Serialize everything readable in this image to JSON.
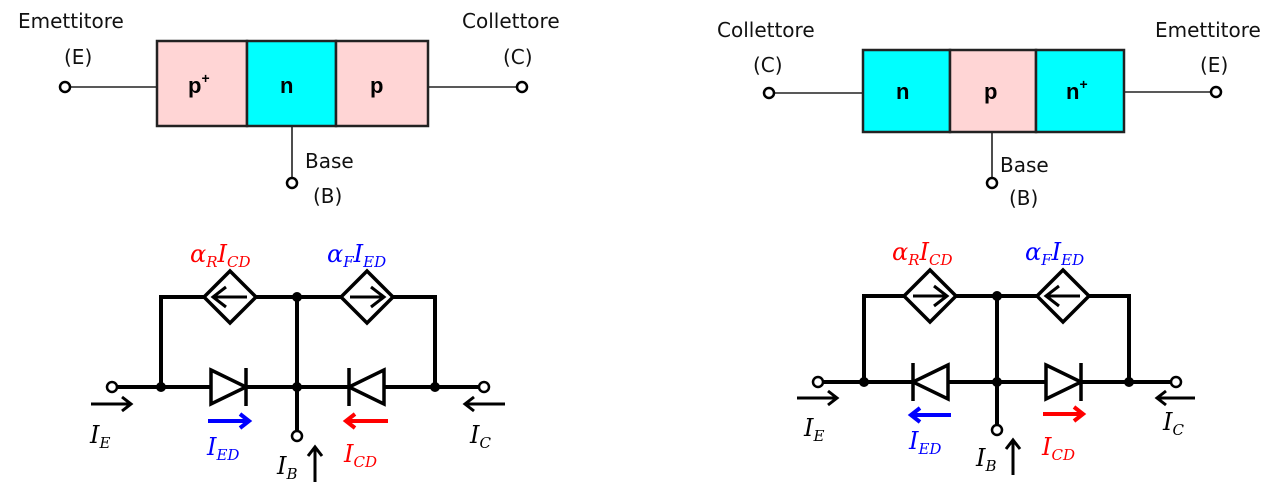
{
  "colors": {
    "p_region": "#FFD5D5",
    "n_region": "#00FFFF",
    "wire": "#000000",
    "red": "#FF0000",
    "blue": "#0000FF"
  },
  "pnp": {
    "emitter_label": "Emettitore",
    "emitter_symbol": "(E)",
    "collector_label": "Collettore",
    "collector_symbol": "(C)",
    "base_label": "Base",
    "base_symbol": "(B)",
    "regions": [
      {
        "main": "p",
        "sup": "+"
      },
      {
        "main": "n",
        "sup": ""
      },
      {
        "main": "p",
        "sup": ""
      }
    ],
    "circuit": {
      "source_left": {
        "alpha": "α",
        "alpha_sub": "R",
        "I": "I",
        "I_sub": "CD"
      },
      "source_right": {
        "alpha": "α",
        "alpha_sub": "F",
        "I": "I",
        "I_sub": "ED"
      },
      "IE": {
        "I": "I",
        "sub": "E"
      },
      "IC": {
        "I": "I",
        "sub": "C"
      },
      "IB": {
        "I": "I",
        "sub": "B"
      },
      "IED": {
        "I": "I",
        "sub": "ED"
      },
      "ICD": {
        "I": "I",
        "sub": "CD"
      }
    }
  },
  "npn": {
    "collector_label": "Collettore",
    "collector_symbol": "(C)",
    "emitter_label": "Emettitore",
    "emitter_symbol": "(E)",
    "base_label": "Base",
    "base_symbol": "(B)",
    "regions": [
      {
        "main": "n",
        "sup": ""
      },
      {
        "main": "p",
        "sup": ""
      },
      {
        "main": "n",
        "sup": "+"
      }
    ],
    "circuit": {
      "source_left": {
        "alpha": "α",
        "alpha_sub": "R",
        "I": "I",
        "I_sub": "CD"
      },
      "source_right": {
        "alpha": "α",
        "alpha_sub": "F",
        "I": "I",
        "I_sub": "ED"
      },
      "IE": {
        "I": "I",
        "sub": "E"
      },
      "IC": {
        "I": "I",
        "sub": "C"
      },
      "IB": {
        "I": "I",
        "sub": "B"
      },
      "IED": {
        "I": "I",
        "sub": "ED"
      },
      "ICD": {
        "I": "I",
        "sub": "CD"
      }
    }
  }
}
